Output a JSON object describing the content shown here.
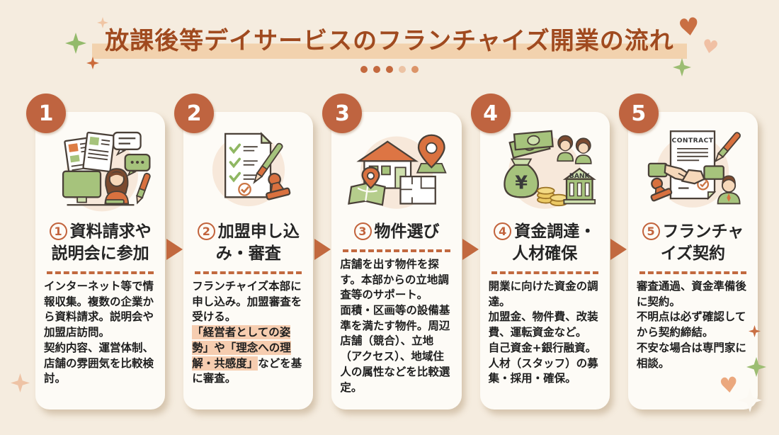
{
  "title": "放課後等デイサービスのフランチャイズ開業の流れ",
  "icons": {
    "heart": "♥"
  },
  "colors": {
    "background": "#f5ecdf",
    "accent_orange": "#bf6440",
    "title_text": "#a04a1f",
    "title_band": "#f2d2ae",
    "highlight": "#f6cdb0",
    "illustration_green": "#a6c37c",
    "card_bg": "#fdfbf6"
  },
  "dots": [
    "#c4693e",
    "#c4693e",
    "#c4693e",
    "#ecc3a4",
    "#dc9468"
  ],
  "illustrations": {
    "bank_label": "BANK",
    "contract_label": "CONTRACT",
    "yen_symbol": "¥"
  },
  "steps": [
    {
      "badge": "1",
      "num": "1",
      "heading": "資料請求や\n説明会に参加",
      "body": "インターネット等で情報収集。複数の企業から資料請求。説明会や加盟店訪問。\n契約内容、運営体制、店舗の雰囲気を比較検討。",
      "body_mark": "",
      "body_post": ""
    },
    {
      "badge": "2",
      "num": "2",
      "heading": "加盟申し込\nみ・審査",
      "body": "フランチャイズ本部に申し込み。加盟審査を受ける。\n",
      "body_mark": "「経営者としての姿勢」や「理念への理解・共感度」",
      "body_post": "などを基に審査。"
    },
    {
      "badge": "3",
      "num": "3",
      "heading": "物件選び",
      "body": "店舗を出す物件を探す。本部からの立地調査等のサポート。\n面積・区画等の設備基準を満たす物件。周辺店舗（競合）、立地（アクセス）、地域住人の属性などを比較選定。",
      "body_mark": "",
      "body_post": ""
    },
    {
      "badge": "4",
      "num": "4",
      "heading": "資金調達・\n人材確保",
      "body": "開業に向けた資金の調達。\n加盟金、物件費、改装費、運転資金など。\n自己資金+銀行融資。\n人材（スタッフ）の募集・採用・確保。",
      "body_mark": "",
      "body_post": ""
    },
    {
      "badge": "5",
      "num": "5",
      "heading": "フランチャ\nイズ契約",
      "body": "審査通過、資金準備後に契約。\n不明点は必ず確認してから契約締結。\n不安な場合は専門家に相談。",
      "body_mark": "",
      "body_post": ""
    }
  ]
}
